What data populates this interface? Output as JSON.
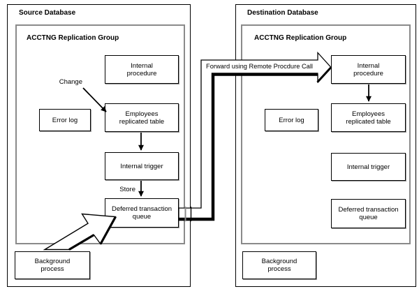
{
  "source": {
    "title": "Source Database",
    "group_title": "ACCTNG Replication Group",
    "internal_procedure": "Internal\nprocedure",
    "employees_table": "Employees\nreplicated table",
    "error_log": "Error log",
    "internal_trigger": "Internal trigger",
    "deferred_queue": "Deferred transaction\nqueue",
    "background_process": "Background\nprocess",
    "change_label": "Change",
    "store_label": "Store"
  },
  "destination": {
    "title": "Destination Database",
    "group_title": "ACCTNG Replication Group",
    "internal_procedure": "Internal\nprocedure",
    "employees_table": "Employees\nreplicated table",
    "error_log": "Error log",
    "internal_trigger": "Internal trigger",
    "deferred_queue": "Deferred transaction\nqueue",
    "background_process": "Background\nprocess"
  },
  "forward_label": "Forward using Remote Procdure Call",
  "colors": {
    "line": "#000000",
    "inner_box_border": "#8a8a8a",
    "box_fill": "#ffffff"
  }
}
